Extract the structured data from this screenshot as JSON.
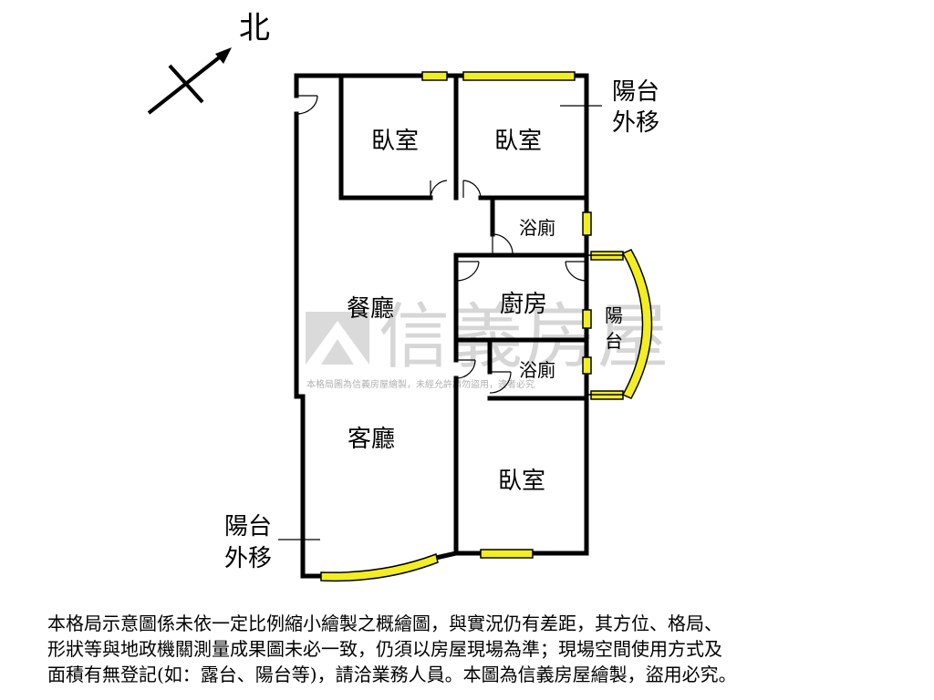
{
  "compass": {
    "label": "北"
  },
  "rooms": {
    "bedroom_1": "臥室",
    "bedroom_2": "臥室",
    "bath_1": "浴廁",
    "dining": "餐廳",
    "kitchen": "廚房",
    "balcony_right": [
      "陽",
      "台"
    ],
    "bath_2": "浴廁",
    "living": "客廳",
    "bedroom_3": "臥室"
  },
  "notes": {
    "balcony_moved_top": [
      "陽台",
      "外移"
    ],
    "balcony_moved_bottom": [
      "陽台",
      "外移"
    ]
  },
  "watermark": {
    "brand": "信義房屋",
    "small_text": "本格局圖為信義房屋繪製，未經允許請勿盜用，違者必究"
  },
  "colors": {
    "wall": "#000000",
    "window": "#f2ee1f",
    "watermark": "#c9c9c9"
  },
  "disclaimer": [
    "本格局示意圖係未依一定比例縮小繪製之概繪圖，與實況仍有差距，其方位、格局、",
    "形狀等與地政機關測量成果圖未必一致，仍須以房屋現場為準；現場空間使用方式及",
    "面積有無登記(如：露台、陽台等)，請洽業務人員。本圖為信義房屋繪製，盜用必究。"
  ]
}
